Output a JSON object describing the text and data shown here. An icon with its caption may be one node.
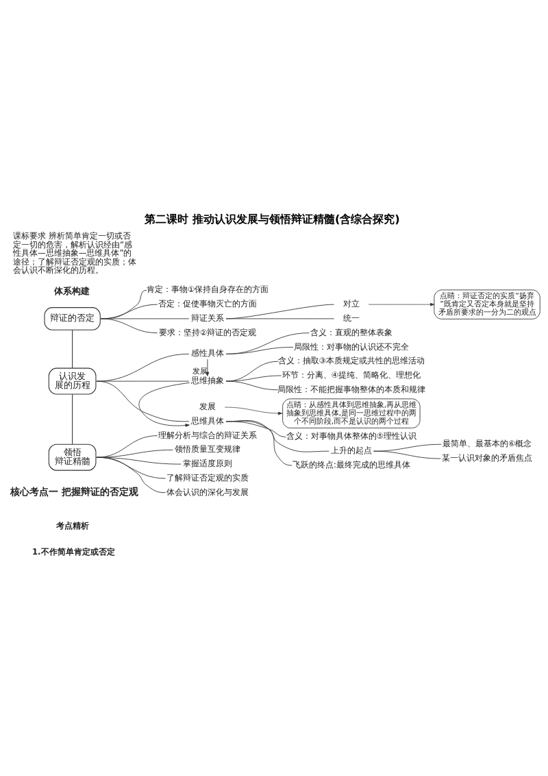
{
  "diagram": {
    "title": "第二课时 推动认识发展与领悟辩证精髓(含综合探究)",
    "nodes": [
      {
        "text": [
          "辩证的否定"
        ]
      },
      {
        "text": [
          "肯定：事物①保持自身存在的方面"
        ]
      },
      {
        "text": [
          "否定：促使事物灭亡的方面"
        ]
      },
      {
        "text": [
          "辩证关系"
        ]
      },
      {
        "text": [
          "对立"
        ]
      },
      {
        "text": [
          "统一"
        ]
      },
      {
        "text": [
          "点睛：辩证否定的实质“扬弃”既肯定又否定本身就是坚持矛盾所要求的一分为二的观点"
        ]
      },
      {
        "text": [
          "要求：坚持②辩证的否定观"
        ]
      },
      {
        "text": [
          "认识发展的历程"
        ]
      },
      {
        "text": [
          "感性具体"
        ]
      },
      {
        "text": [
          "含义：直观的整体表象"
        ]
      },
      {
        "text": [
          "局限性：对事物的认识还不完全"
        ]
      },
      {
        "text": [
          "思维抽象"
        ]
      },
      {
        "text": [
          "含义：抽取③本质规定或共性的思维活动"
        ]
      },
      {
        "text": [
          "环节：分离、④提纯、简略化、理想化"
        ]
      },
      {
        "text": [
          "局限性：不能把握事物整体的本质和规律"
        ]
      },
      {
        "text": [
          "发展"
        ]
      },
      {
        "text": [
          "点睛：从感性具体到思维抽象,再从思维抽象到思维具体,是同一思维过程中的两个不同阶段,而不是认识的两个过程"
        ]
      },
      {
        "text": [
          "思维具体"
        ]
      },
      {
        "text": [
          "含义：对事物具体整体的⑤理性认识"
        ]
      },
      {
        "text": [
          "上升的起点"
        ]
      },
      {
        "text": [
          "最简单、最基本的⑥概念"
        ]
      },
      {
        "text": [
          "某一认识对象的矛盾焦点"
        ]
      },
      {
        "text": [
          "飞跃的终点:最终完成的思维具体"
        ]
      },
      {
        "text": [
          "领悟辩证精髓"
        ]
      },
      {
        "text": [
          "理解分析与综合的辩证关系"
        ]
      },
      {
        "text": [
          "领悟质量互变规律"
        ]
      },
      {
        "text": [
          "掌握适度原则"
        ]
      },
      {
        "text": [
          "了解辩证否定观的实质"
        ]
      },
      {
        "text": [
          "体会认识的深化与发展"
        ]
      }
    ],
    "edges": [
      {
        "from": 0,
        "to": 1,
        "arrow": "none"
      },
      {
        "from": 0,
        "to": 2,
        "arrow": "none"
      },
      {
        "from": 0,
        "to": 3,
        "arrow": "none"
      },
      {
        "from": 3,
        "to": 4,
        "arrow": "none"
      },
      {
        "from": 3,
        "to": 5,
        "arrow": "none"
      },
      {
        "from": 4,
        "to": 6,
        "arrow": "to"
      },
      {
        "from": 0,
        "to": 7,
        "arrow": "none"
      },
      {
        "from": 0,
        "to": 8,
        "arrow": "none"
      },
      {
        "from": 8,
        "to": 9,
        "arrow": "none"
      },
      {
        "from": 8,
        "to": 12,
        "arrow": "none"
      },
      {
        "from": 8,
        "to": 18,
        "arrow": "none"
      },
      {
        "from": 9,
        "to": 10,
        "arrow": "none"
      },
      {
        "from": 9,
        "to": 11,
        "arrow": "none"
      },
      {
        "from": 9,
        "to": 12,
        "arrow": "to",
        "label": "发展"
      },
      {
        "from": 12,
        "to": 13,
        "arrow": "none"
      },
      {
        "from": 12,
        "to": 14,
        "arrow": "none"
      },
      {
        "from": 12,
        "to": 15,
        "arrow": "none"
      },
      {
        "from": 12,
        "to": 18,
        "arrow": "to"
      },
      {
        "from": 16,
        "to": 17,
        "arrow": "to"
      },
      {
        "from": 18,
        "to": 19,
        "arrow": "none"
      },
      {
        "from": 18,
        "to": 20,
        "arrow": "none"
      },
      {
        "from": 20,
        "to": 21,
        "arrow": "none"
      },
      {
        "from": 20,
        "to": 22,
        "arrow": "none"
      },
      {
        "from": 18,
        "to": 23,
        "arrow": "none"
      },
      {
        "from": 8,
        "to": 24,
        "arrow": "none"
      },
      {
        "from": 24,
        "to": 25,
        "arrow": "none"
      },
      {
        "from": 24,
        "to": 26,
        "arrow": "none"
      },
      {
        "from": 24,
        "to": 27,
        "arrow": "none"
      },
      {
        "from": 24,
        "to": 28,
        "arrow": "none"
      },
      {
        "from": 24,
        "to": 29,
        "arrow": "none"
      }
    ],
    "labels": [
      "课标要求 辨析简单肯定一切或否定一切的危害，解析认识经由“感性具体—思维抽象—思维具体”的途径；了解辩证否定观的实质；体会认识不断深化的历程。",
      "体系构建",
      "核心考点一 把握辩证的否定观",
      "考点精析",
      "1.不作简单肯定或否定"
    ]
  }
}
